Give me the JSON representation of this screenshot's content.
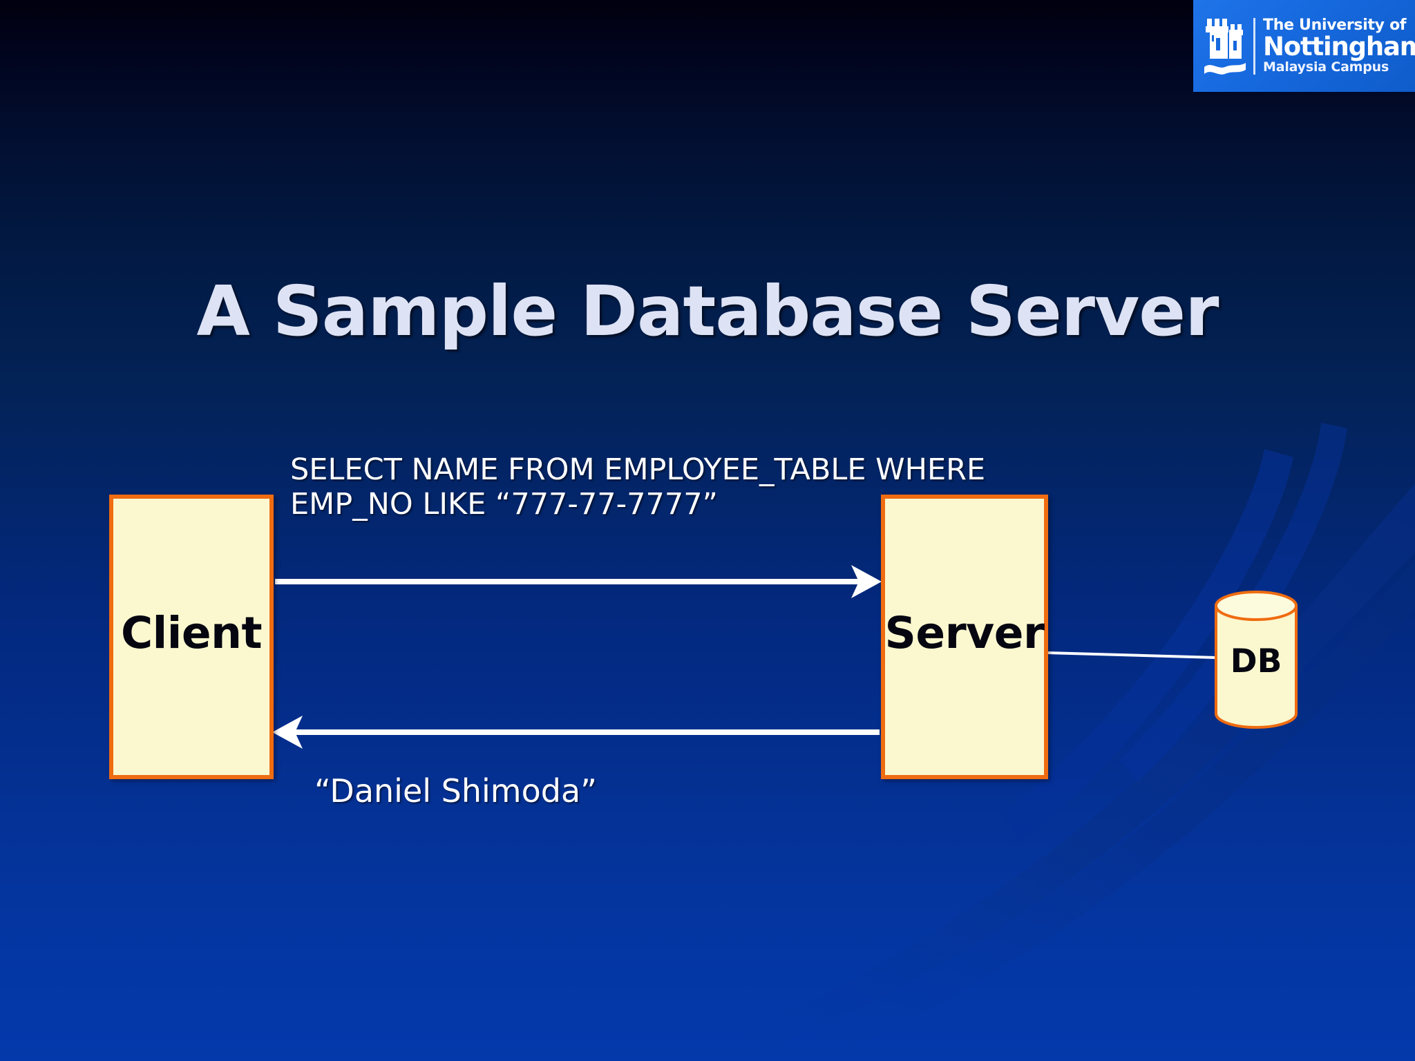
{
  "slide": {
    "title": "A Sample Database Server",
    "background_top_color": "#01000f",
    "background_bottom_color": "#0439ab"
  },
  "logo": {
    "crest_icon": "castle-tower-icon",
    "line1": "The University of",
    "line2": "Nottingham",
    "line3": "Malaysia Campus",
    "background_color": "#1668dd"
  },
  "diagram": {
    "client": {
      "label": "Client",
      "fill_color": "#fbf8cf",
      "border_color": "#ef6c11"
    },
    "server": {
      "label": "Server",
      "fill_color": "#fbf8cf",
      "border_color": "#ef6c11"
    },
    "database": {
      "label": "DB",
      "fill_color": "#fbf8cf",
      "border_color": "#ef6c11"
    },
    "request": {
      "line1": "SELECT NAME FROM EMPLOYEE_TABLE WHERE",
      "line2": "EMP_NO LIKE “777-77-7777”",
      "arrow_direction": "right",
      "arrow_color": "#ffffff"
    },
    "response": {
      "text": "“Daniel Shimoda”",
      "arrow_direction": "left",
      "arrow_color": "#ffffff"
    },
    "server_db_link": {
      "style": "plain-line",
      "color": "#ffffff"
    }
  }
}
